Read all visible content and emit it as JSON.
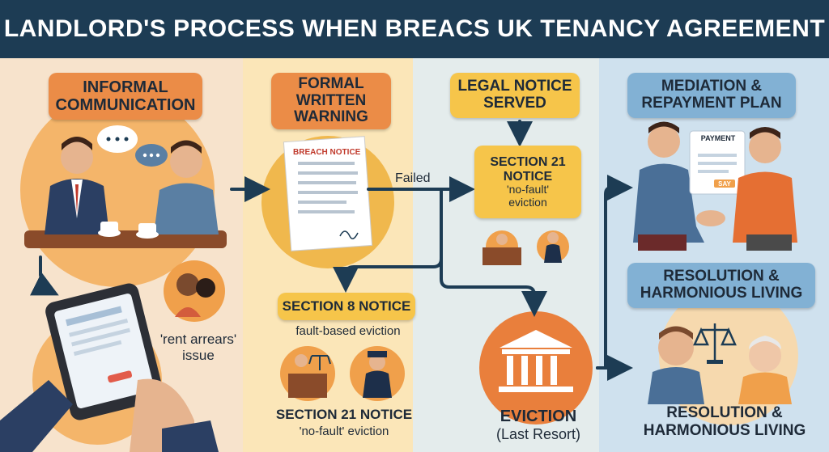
{
  "header": {
    "title": "LANDLORD'S PROCESS WHEN BREACS UK TENANCY AGREEMENT"
  },
  "steps": {
    "informal": "INFORMAL COMMUNICATION",
    "formal": "FORMAL WRITTEN WARNING",
    "legal": "LEGAL NOTICE SERVED",
    "mediation": "MEDIATION & REPAYMENT PLAN",
    "resolution_top": "RESOLUTION & HARMONIOUS LIVING",
    "resolution_bottom": "RESOLUTION & HARMONIOUS LIVING"
  },
  "labels": {
    "rent_arrears_1": "'rent arrears'",
    "rent_arrears_2": "issue",
    "breach_notice": "BREACH NOTICE",
    "failed": "Failed",
    "section21_title_1": "SECTION 21",
    "section21_title_2": "NOTICE",
    "section21_sub_1": "'no-fault'",
    "section21_sub_2": "eviction",
    "section8": "SECTION 8 NOTICE",
    "section8_sub": "fault-based eviction",
    "section21_bottom": "SECTION 21 NOTICE",
    "section21_bottom_sub": "'no-fault' eviction",
    "eviction": "EVICTION",
    "eviction_sub": "(Last Resort)",
    "payment": "PAYMENT",
    "say": "SAY"
  },
  "colors": {
    "header": "#1d3c54",
    "orange": "#eb8c47",
    "yellow": "#f6c54a",
    "blue": "#82b1d4",
    "arrow": "#1d3c54"
  }
}
